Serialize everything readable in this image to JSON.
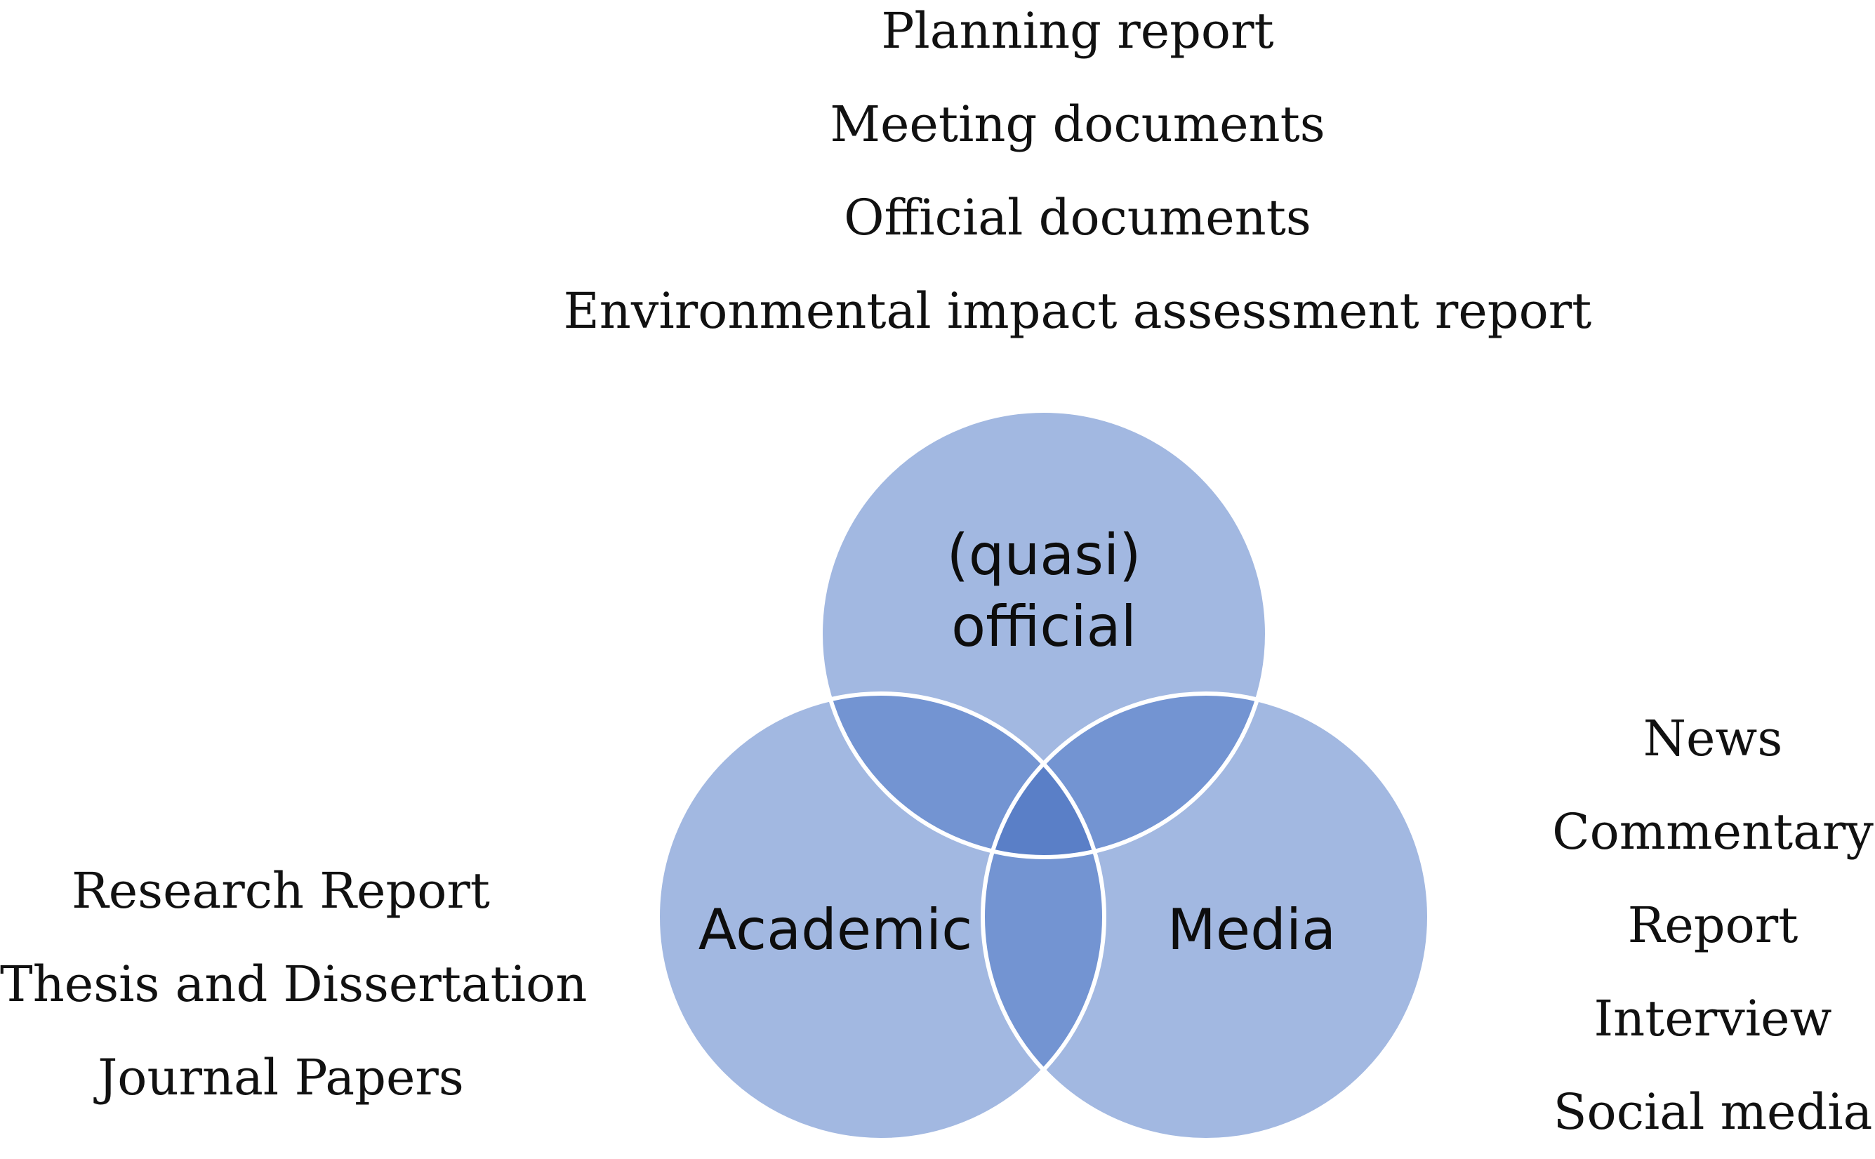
{
  "official_sources": {
    "items": [
      "Planning report",
      "Meeting documents",
      "Official documents",
      "Environmental impact assessment report"
    ]
  },
  "academic_sources": {
    "items": [
      "Research Report",
      "Thesis and Dissertation",
      "Journal Papers"
    ]
  },
  "media_sources": {
    "items": [
      "News",
      "Commentary",
      "Report",
      "Interview",
      "Social media"
    ]
  },
  "venn": {
    "official_line1": "(quasi)",
    "official_line2": "official",
    "academic": "Academic",
    "media": "Media",
    "colors": {
      "circle_fill": "#a2b8e1",
      "overlap_fill": "#7394d2",
      "center_fill": "#5a7fc7",
      "circle_stroke": "#ffffff"
    }
  }
}
